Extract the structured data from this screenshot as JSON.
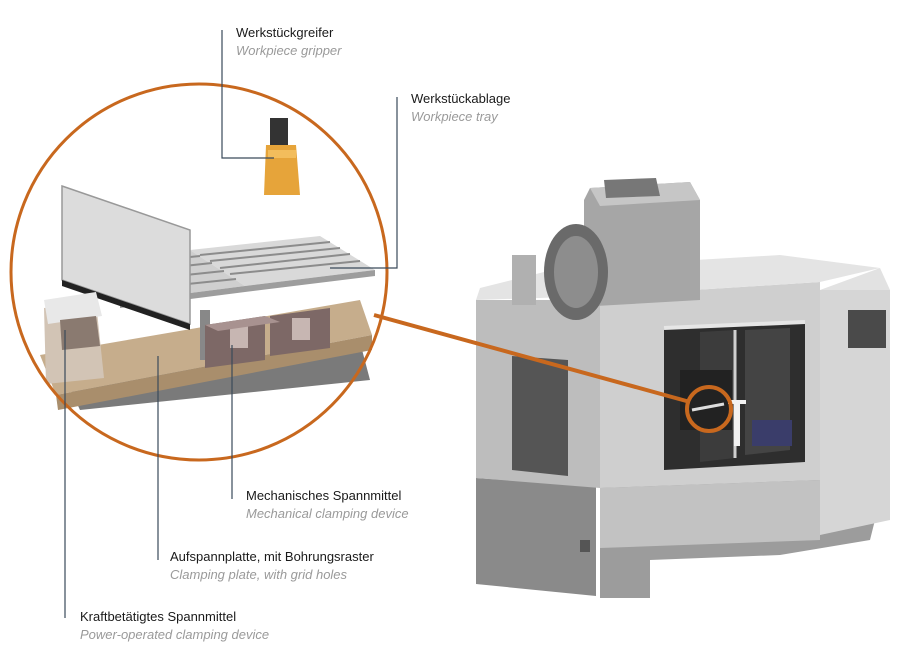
{
  "colors": {
    "accent": "#c8681e",
    "leader_line": "#3a4a5a",
    "machine_body": "#c9c9c9",
    "wood_plate": "#c6ad8c"
  },
  "labels": [
    {
      "id": "gripper",
      "de": "Werkstückgreifer",
      "en": "Workpiece gripper"
    },
    {
      "id": "tray",
      "de": "Werkstückablage",
      "en": "Workpiece tray"
    },
    {
      "id": "mechanical",
      "de": "Mechanisches Spannmittel",
      "en": "Mechanical clamping device"
    },
    {
      "id": "plate",
      "de": "Aufspannplatte, mit Bohrungsraster",
      "en": "Clamping plate, with grid holes"
    },
    {
      "id": "power",
      "de": "Kraftbetätigtes Spannmittel",
      "en": "Power-operated clamping device"
    }
  ]
}
